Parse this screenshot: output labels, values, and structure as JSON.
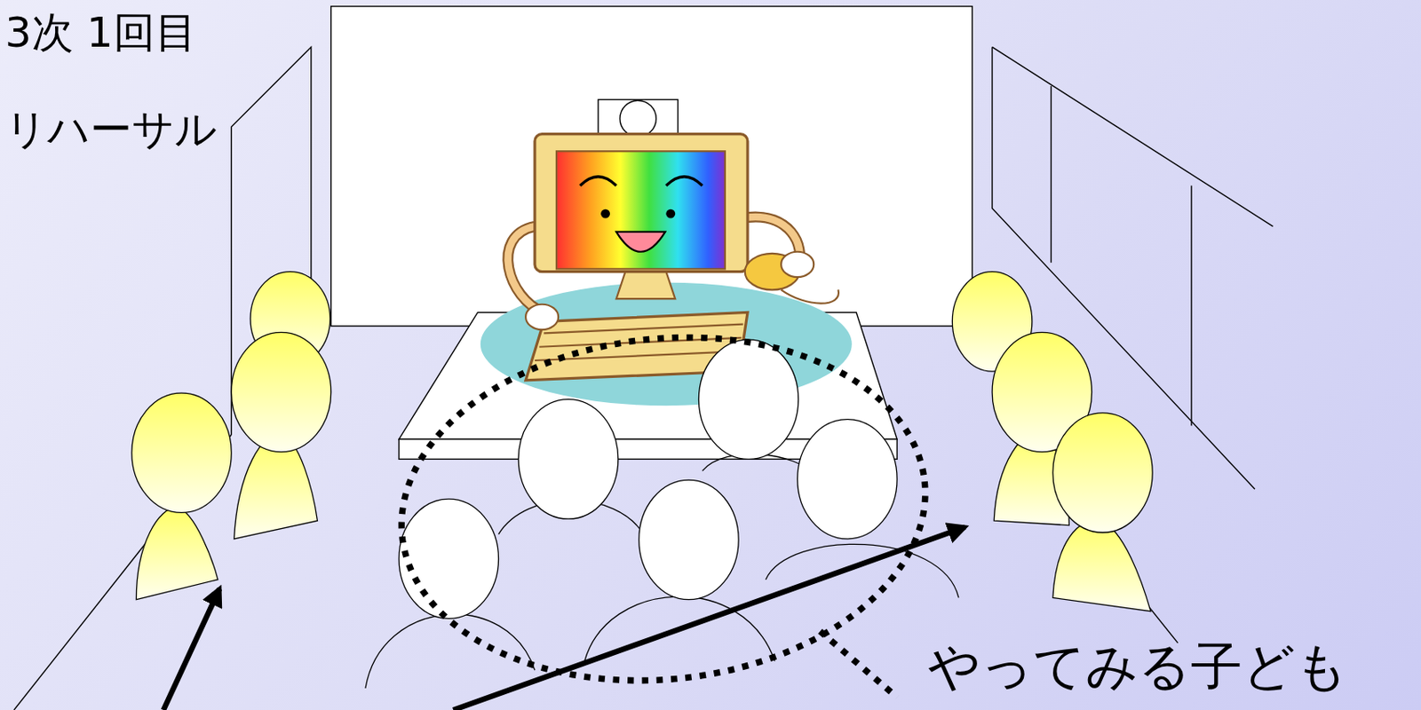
{
  "diagram": {
    "labels": [
      "3次 1回目",
      "リハーサル",
      "やってみる子ども"
    ]
  }
}
